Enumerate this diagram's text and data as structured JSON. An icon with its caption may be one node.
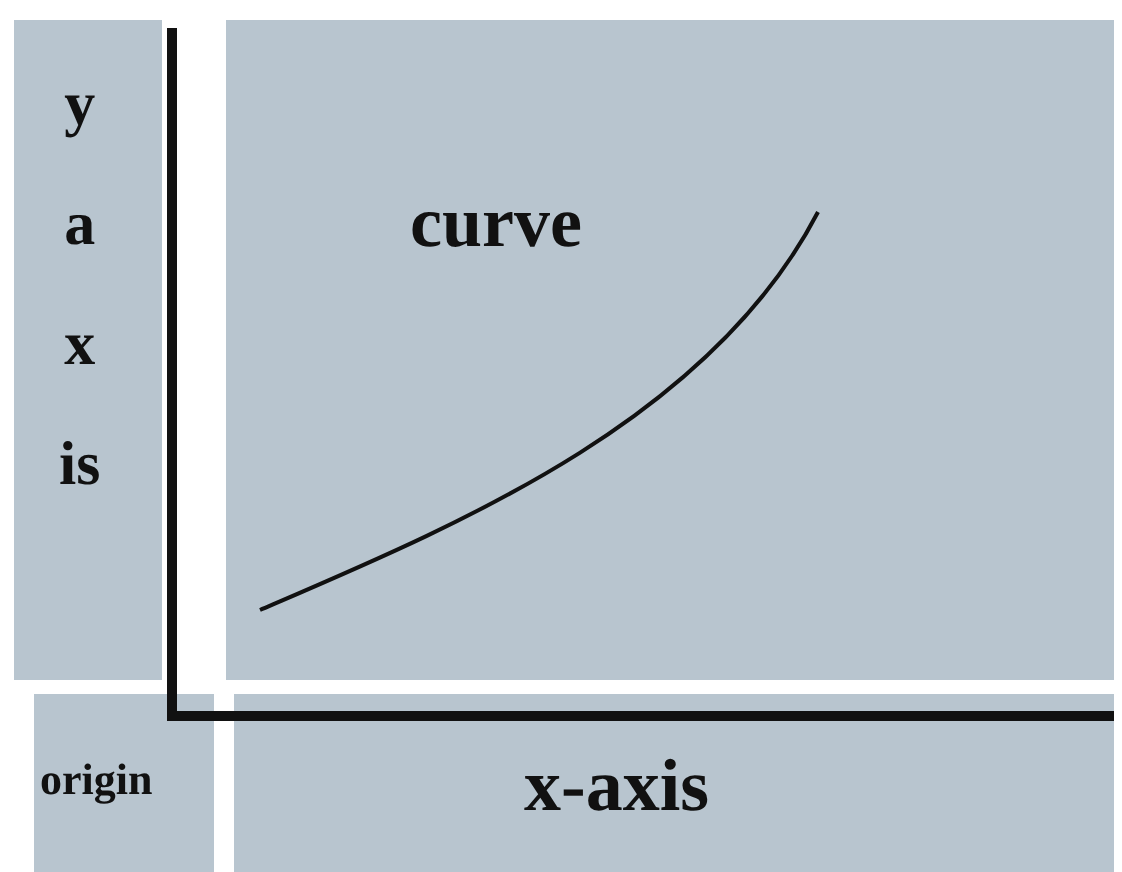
{
  "diagram": {
    "nodes": [
      {
        "text": [
          "y axis"
        ]
      },
      {
        "text": [
          "curve"
        ]
      },
      {
        "text": [
          "origin"
        ]
      },
      {
        "text": [
          "x-axis"
        ]
      }
    ]
  }
}
